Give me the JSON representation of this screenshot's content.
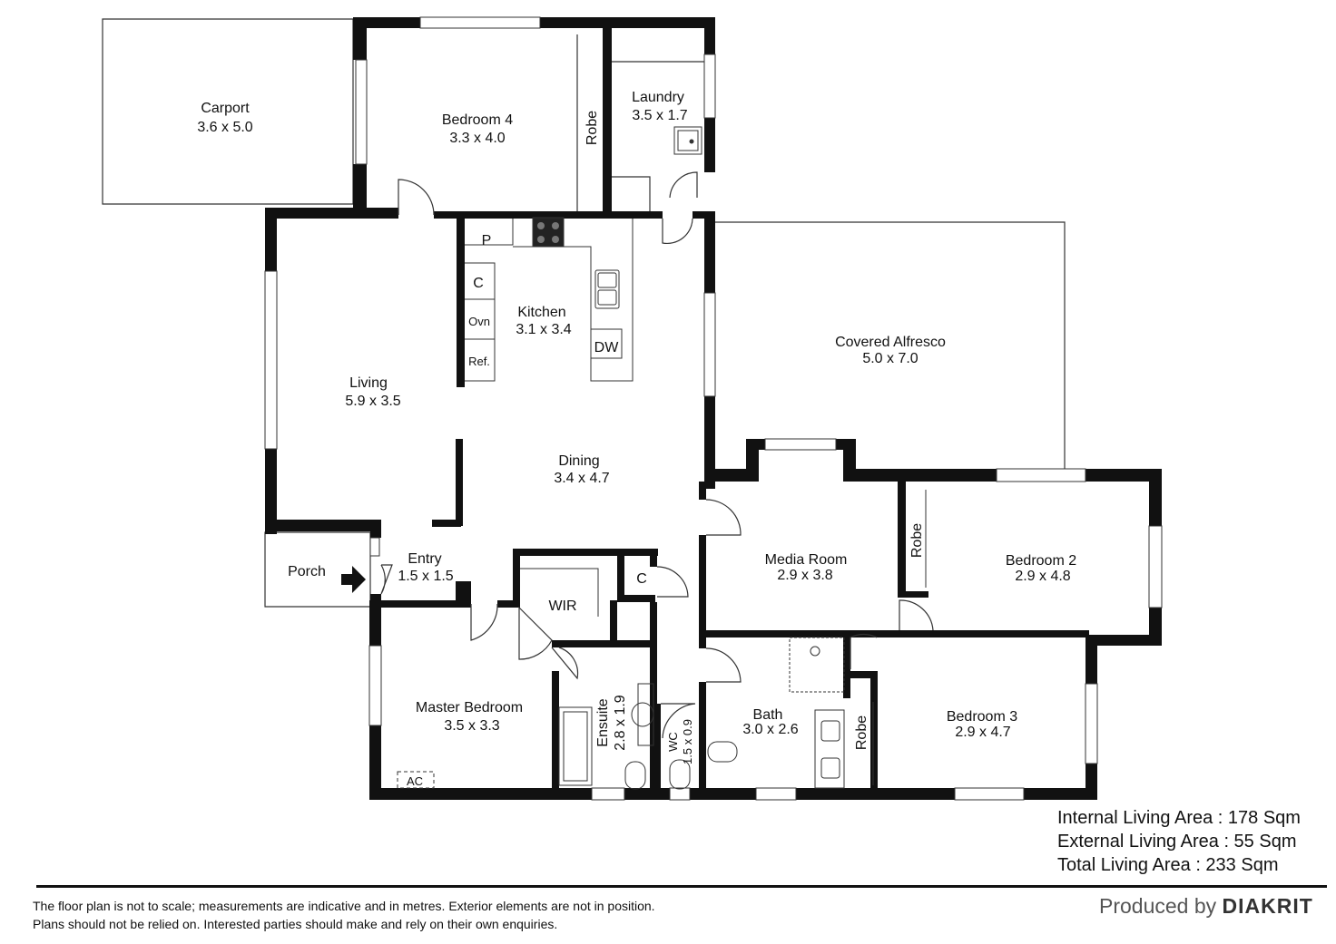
{
  "rooms": {
    "carport": {
      "name": "Carport",
      "dims": "3.6 x 5.0"
    },
    "bedroom4": {
      "name": "Bedroom 4",
      "dims": "3.3 x 4.0"
    },
    "robe_bed4": "Robe",
    "laundry": {
      "name": "Laundry",
      "dims": "3.5 x 1.7"
    },
    "pantry": "P",
    "cupboard_kitchen": "C",
    "oven": "Ovn",
    "fridge": "Ref.",
    "kitchen": {
      "name": "Kitchen",
      "dims": "3.1 x 3.4"
    },
    "dishwasher": "DW",
    "living": {
      "name": "Living",
      "dims": "5.9 x 3.5"
    },
    "alfresco": {
      "name": "Covered Alfresco",
      "dims": "5.0 x 7.0"
    },
    "dining": {
      "name": "Dining",
      "dims": "3.4 x 4.7"
    },
    "porch": "Porch",
    "entry": {
      "name": "Entry",
      "dims": "1.5 x 1.5"
    },
    "wir": "WIR",
    "cupboard_hall": "C",
    "media": {
      "name": "Media Room",
      "dims": "2.9 x 3.8"
    },
    "robe_bed2": "Robe",
    "bedroom2": {
      "name": "Bedroom 2",
      "dims": "2.9 x 4.8"
    },
    "master": {
      "name": "Master Bedroom",
      "dims": "3.5 x 3.3"
    },
    "ac": "AC",
    "ensuite": {
      "name": "Ensuite",
      "dims": "2.8 x 1.9"
    },
    "wc": {
      "name": "WC",
      "dims": "1.5 x 0.9"
    },
    "bath": {
      "name": "Bath",
      "dims": "3.0 x 2.6"
    },
    "robe_bed3": "Robe",
    "bedroom3": {
      "name": "Bedroom 3",
      "dims": "2.9 x 4.7"
    }
  },
  "areas": {
    "internal": "Internal Living Area : 178 Sqm",
    "external": "External Living Area : 55 Sqm",
    "total": "Total Living Area : 233 Sqm"
  },
  "disclaimer": {
    "line1": "The floor plan is not to scale; measurements are indicative and in metres. Exterior elements are not in position.",
    "line2": "Plans should not be relied on. Interested parties should make and rely on their own enquiries."
  },
  "brand": {
    "prefix": "Produced by",
    "name": "DIAKRIT"
  },
  "colors": {
    "wall": "#111111",
    "line": "#333333",
    "window": "#ffffff"
  }
}
